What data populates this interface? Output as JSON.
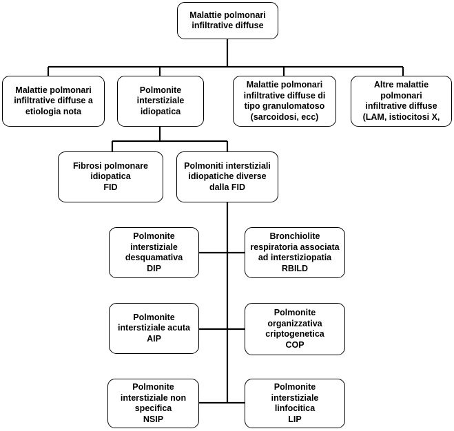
{
  "root": {
    "lines": [
      "Malattie polmonari",
      "infiltrative diffuse"
    ]
  },
  "level1": [
    {
      "id": "nota",
      "lines": [
        "Malattie polmonari",
        "infiltrative diffuse a",
        "etiologia nota"
      ]
    },
    {
      "id": "idiopatica",
      "lines": [
        "Polmonite",
        "interstiziale",
        "idiopatica"
      ]
    },
    {
      "id": "granulomatoso",
      "lines": [
        "Malattie polmonari",
        "infiltrative diffuse di",
        "tipo granulomatoso",
        "(sarcoidosi, ecc)"
      ]
    },
    {
      "id": "altre",
      "lines": [
        "Altre malattie",
        "polmonari",
        "infiltrative diffuse",
        "(LAM, istiocitosi X,"
      ]
    }
  ],
  "level2": [
    {
      "id": "fid",
      "lines": [
        "Fibrosi polmonare",
        "idiopatica",
        "FID"
      ]
    },
    {
      "id": "non-fid",
      "lines": [
        "Polmoniti interstiziali",
        "idiopatiche diverse",
        "dalla FID"
      ]
    }
  ],
  "level3": [
    {
      "id": "dip",
      "lines": [
        "Polmonite",
        "interstiziale",
        "desquamativa",
        "DIP"
      ]
    },
    {
      "id": "rbild",
      "lines": [
        "Bronchiolite",
        "respiratoria associata",
        "ad interstiziopatia",
        "RBILD"
      ]
    },
    {
      "id": "aip",
      "lines": [
        "Polmonite",
        "interstiziale acuta",
        "AIP"
      ]
    },
    {
      "id": "cop",
      "lines": [
        "Polmonite",
        "organizzativa",
        "criptogenetica",
        "COP"
      ]
    },
    {
      "id": "nsip",
      "lines": [
        "Polmonite",
        "interstiziale non",
        "specifica",
        "NSIP"
      ]
    },
    {
      "id": "lip",
      "lines": [
        "Polmonite",
        "interstiziale",
        "linfocitica",
        "LIP"
      ]
    }
  ]
}
